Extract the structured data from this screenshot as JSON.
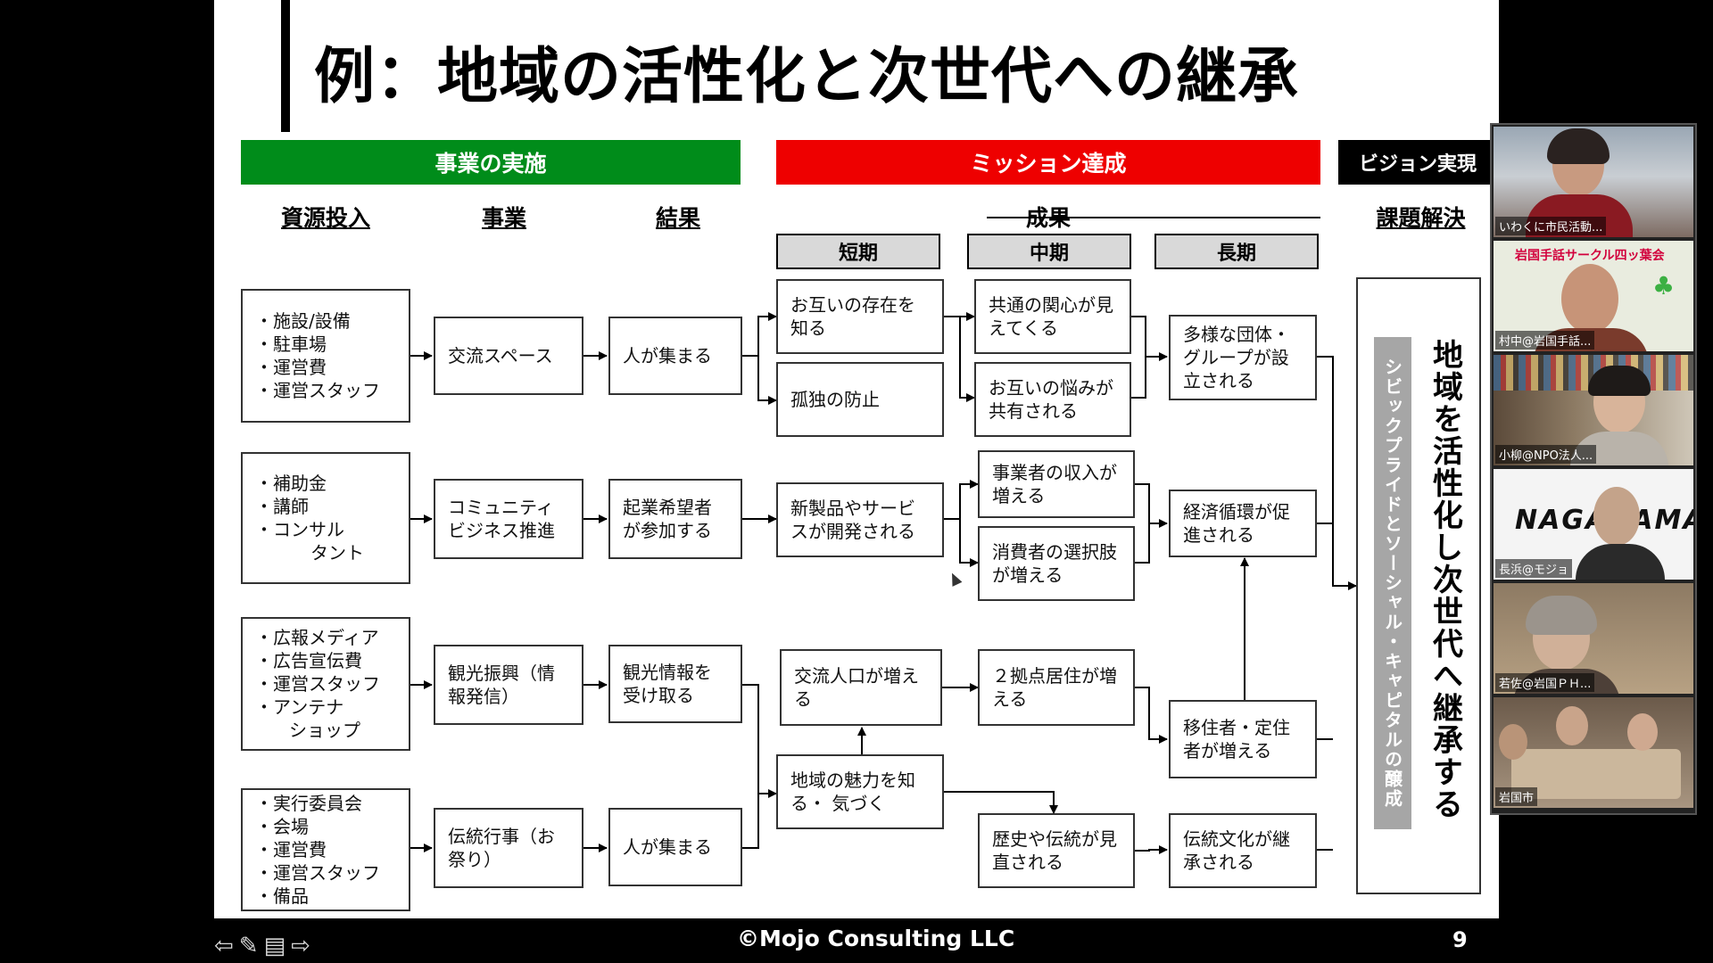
{
  "slide": {
    "title": "例：地域の活性化と次世代への継承",
    "headers": {
      "implementation": "事業の実施",
      "mission": "ミッション達成",
      "vision": "ビジョン実現"
    },
    "columns": {
      "resources": "資源投入",
      "business": "事業",
      "results": "結果",
      "outcomes": "成果",
      "solution": "課題解決"
    },
    "terms": {
      "short": "短期",
      "mid": "中期",
      "long": "長期"
    },
    "resources": [
      [
        "・施設/設備",
        "・駐車場",
        "・運営費",
        "・運営スタッフ"
      ],
      [
        "・補助金",
        "・講師",
        "・コンサル",
        "タント"
      ],
      [
        "・広報メディア",
        "・広告宣伝費",
        "・運営スタッフ",
        "・アンテナ",
        "ショップ"
      ],
      [
        "・実行委員会",
        "・会場",
        "・運営費",
        "・運営スタッフ",
        "・備品"
      ]
    ],
    "business": [
      "交流スペース",
      "コミュニティビジネス推進",
      "観光振興（情報発信）",
      "伝統行事（お祭り）"
    ],
    "results": [
      "人が集まる",
      "起業希望者が参加する",
      "観光情報を受け取る",
      "人が集まる"
    ],
    "short_term": [
      "お互いの存在を知る",
      "孤独の防止",
      "新製品やサービスが開発される",
      "交流人口が増える",
      "地域の魅力を知る・ 気づく"
    ],
    "mid_term": [
      "共通の関心が見えてくる",
      "お互いの悩みが共有される",
      "事業者の収入が増える",
      "消費者の選択肢が増える",
      "２拠点居住が増える",
      "歴史や伝統が見直される"
    ],
    "long_term": [
      "多様な団体・グループが設立される",
      "経済循環が促進される",
      "移住者・定住者が増える",
      "伝統文化が継承される"
    ],
    "vision_band": "シビックプライドとソーシャル・キャピタルの醸成",
    "vision_text": "地域を活性化し次世代へ継承する",
    "footer": "©Mojo Consulting LLC",
    "page_number": "9"
  },
  "participants": [
    {
      "name": "いわくに市民活動..."
    },
    {
      "name": "村中@岩国手話...",
      "banner": "岩国手話サークル四ッ葉会"
    },
    {
      "name": "小柳@NPO法人..."
    },
    {
      "name": "長浜@モジョ",
      "logo": "NAGAHAMA"
    },
    {
      "name": "若佐@岩国ＰＨ..."
    },
    {
      "name": "岩国市"
    }
  ],
  "colors": {
    "implementation": "#008c1a",
    "mission": "#ee0000",
    "vision": "#000000",
    "term_bg": "#d9d9d9",
    "band": "#a6a6a6"
  }
}
